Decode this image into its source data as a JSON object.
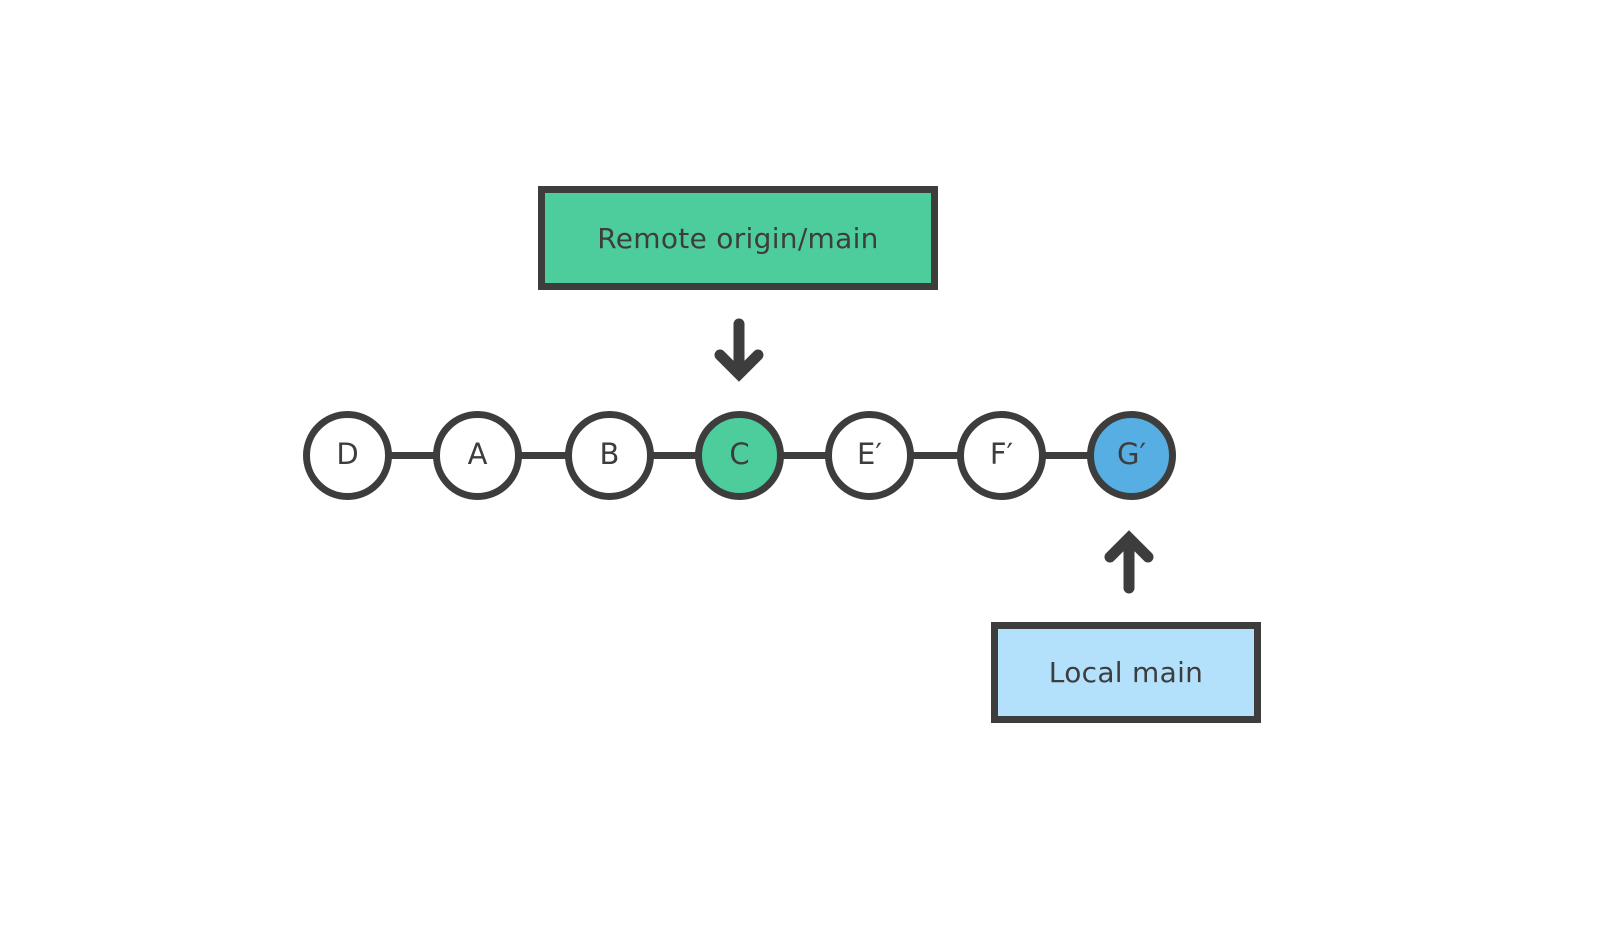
{
  "diagram": {
    "title_hidden": "",
    "background_color": "#ffffff",
    "stroke_color": "#3d3d3d",
    "colors": {
      "remote_green": "#4ecd9c",
      "local_blue": "#b3e1fc",
      "node_green": "#4ecd9c",
      "node_blue": "#56aee2",
      "node_white": "#ffffff",
      "stroke": "#3d3d3d"
    },
    "remote_label": {
      "text": "Remote origin/main",
      "fill": "#4ecd9c"
    },
    "local_label": {
      "text": "Local  main",
      "fill": "#b3e1fc"
    },
    "arrows": [
      {
        "name": "remote-pointer",
        "direction": "down",
        "target": "C"
      },
      {
        "name": "local-pointer",
        "direction": "up",
        "target": "G′"
      }
    ],
    "commits": [
      {
        "id": "D",
        "label": "D",
        "fill": "#ffffff"
      },
      {
        "id": "A",
        "label": "A",
        "fill": "#ffffff"
      },
      {
        "id": "B",
        "label": "B",
        "fill": "#ffffff"
      },
      {
        "id": "C",
        "label": "C",
        "fill": "#4ecd9c"
      },
      {
        "id": "E1",
        "label": "E′",
        "fill": "#ffffff"
      },
      {
        "id": "F1",
        "label": "F′",
        "fill": "#ffffff"
      },
      {
        "id": "G1",
        "label": "G′",
        "fill": "#56aee2"
      }
    ]
  }
}
